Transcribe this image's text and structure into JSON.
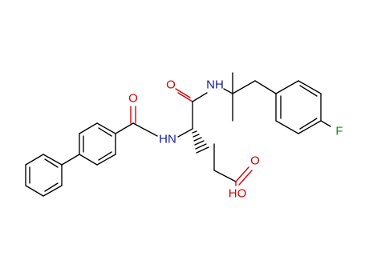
{
  "molecule": {
    "atom_labels": {
      "o_amide_left": "O",
      "nh_left": "HN",
      "o_amide_right": "O",
      "nh_right": "NH",
      "fluorine": "F",
      "o_carbonyl_acid": "O",
      "oh_acid": "HO"
    },
    "colors": {
      "bond": "#000000",
      "oxygen": "#d40000",
      "nitrogen": "#1c1c96",
      "fluorine": "#1a8c1a"
    }
  }
}
